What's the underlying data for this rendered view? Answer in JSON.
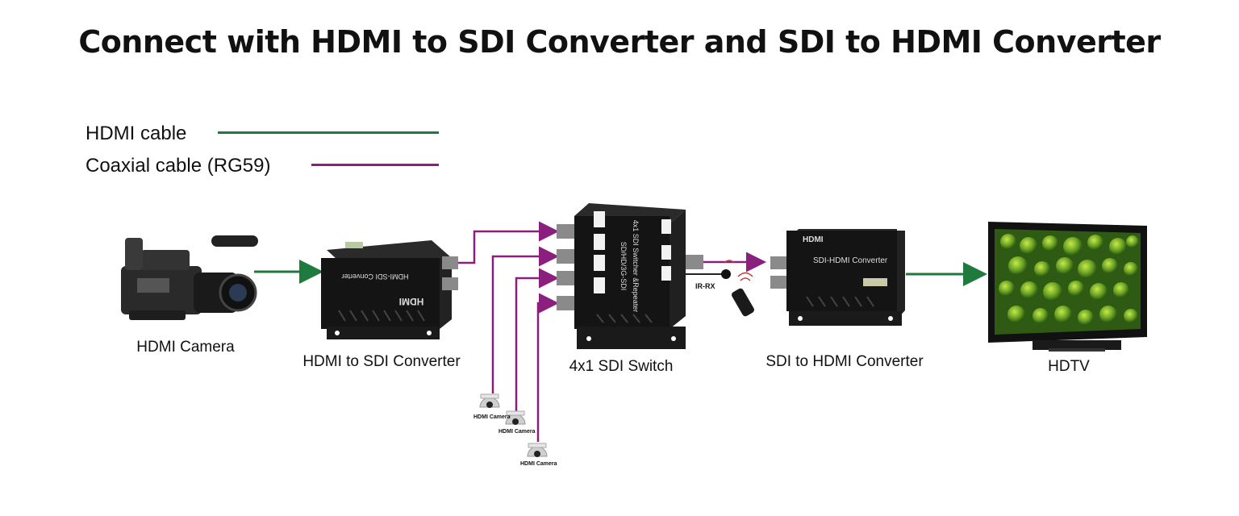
{
  "title": "Connect with HDMI to SDI Converter and SDI to HDMI Converter",
  "legend": {
    "hdmi": {
      "label": "HDMI cable",
      "color": "#1f7a3e"
    },
    "coax": {
      "label": "Coaxial cable (RG59)",
      "color": "#8a1f7e"
    }
  },
  "devices": {
    "camera": {
      "label": "HDMI Camera"
    },
    "hdmi_sdi": {
      "label": "HDMI to SDI Converter",
      "panel_text": "HDMI-SDI Converter",
      "logo": "HDMI"
    },
    "switch": {
      "label": "4x1 SDI Switch",
      "panel_line1": "SD/HD/3G-SDI",
      "panel_line2": "4x1 SDI Switcher &Repeater",
      "ir_label": "IR-RX"
    },
    "sdi_hdmi": {
      "label": "SDI to HDMI Converter",
      "panel_text": "SDI-HDMI Converter",
      "logo": "HDMI"
    },
    "hdtv": {
      "label": "HDTV"
    }
  },
  "small_cameras": [
    {
      "label": "HDMI Camera"
    },
    {
      "label": "HDMI Camera"
    },
    {
      "label": "HDMI Camera"
    }
  ]
}
